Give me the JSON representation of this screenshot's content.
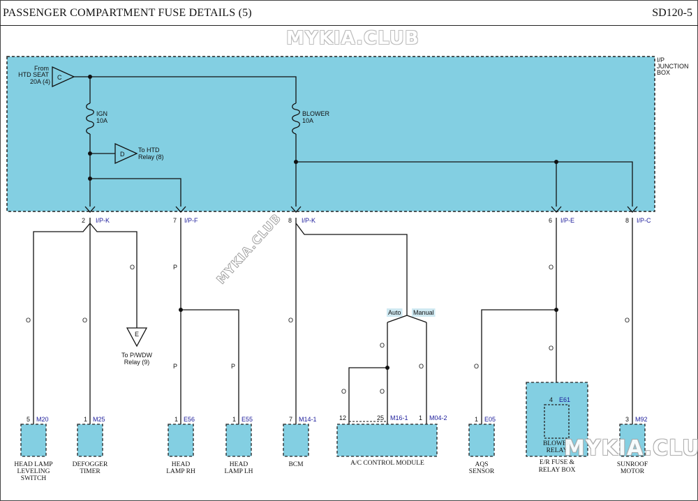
{
  "header": {
    "title": "PASSENGER COMPARTMENT FUSE DETAILS (5)",
    "code": "SD120-5"
  },
  "watermark": "MYKIA.CLUB",
  "colors": {
    "junction_fill": "#83cfe2",
    "component_fill": "#83cfe2",
    "connector_box": "#cfe9f2",
    "wire": "#111111",
    "connector_text": "#1a1a9a"
  },
  "junction": {
    "label_line1": "I/P",
    "label_line2": "JUNCTION",
    "label_line3": "BOX"
  },
  "source": {
    "letter": "C",
    "line1": "From",
    "line2": "HTD SEAT",
    "line3": "20A (4)"
  },
  "fuses": [
    {
      "name": "IGN",
      "rating": "10A"
    },
    {
      "name": "BLOWER",
      "rating": "10A"
    }
  ],
  "ref_d": {
    "letter": "D",
    "line1": "To HTD",
    "line2": "Relay (8)"
  },
  "ref_e": {
    "letter": "E",
    "line1": "To P/WDW",
    "line2": "Relay (9)"
  },
  "junction_pins": [
    {
      "pin": "2",
      "connector": "I/P-K"
    },
    {
      "pin": "7",
      "connector": "I/P-F"
    },
    {
      "pin": "8",
      "connector": "I/P-K"
    },
    {
      "pin": "6",
      "connector": "I/P-E"
    },
    {
      "pin": "8",
      "connector": "I/P-C"
    }
  ],
  "wire_color_code": "O",
  "wire_color_code_p": "P",
  "ac_options": {
    "auto": "Auto",
    "manual": "Manual"
  },
  "components": [
    {
      "pin": "5",
      "connector": "M20",
      "line1": "HEAD LAMP",
      "line2": "LEVELING",
      "line3": "SWITCH"
    },
    {
      "pin": "1",
      "connector": "M25",
      "line1": "DEFOGGER",
      "line2": "TIMER",
      "line3": ""
    },
    {
      "pin": "1",
      "connector": "E56",
      "line1": "HEAD",
      "line2": "LAMP RH",
      "line3": ""
    },
    {
      "pin": "1",
      "connector": "E55",
      "line1": "HEAD",
      "line2": "LAMP LH",
      "line3": ""
    },
    {
      "pin": "7",
      "connector": "M14-1",
      "line1": "BCM",
      "line2": "",
      "line3": ""
    },
    {
      "pin": "1",
      "connector": "E05",
      "line1": "AQS",
      "line2": "SENSOR",
      "line3": ""
    },
    {
      "pin": "3",
      "connector": "M92",
      "line1": "SUNROOF",
      "line2": "MOTOR",
      "line3": ""
    }
  ],
  "ac_module": {
    "name": "A/C CONTROL MODULE",
    "pins": [
      {
        "pin": "12",
        "connector": ""
      },
      {
        "pin": "25",
        "connector": "M16-1"
      },
      {
        "pin": "1",
        "connector": "M04-2"
      }
    ]
  },
  "relay_box": {
    "name_line1": "E/R FUSE &",
    "name_line2": "RELAY BOX",
    "pin": "4",
    "connector": "E61",
    "relay_line1": "BLOWER",
    "relay_line2": "RELAY"
  }
}
